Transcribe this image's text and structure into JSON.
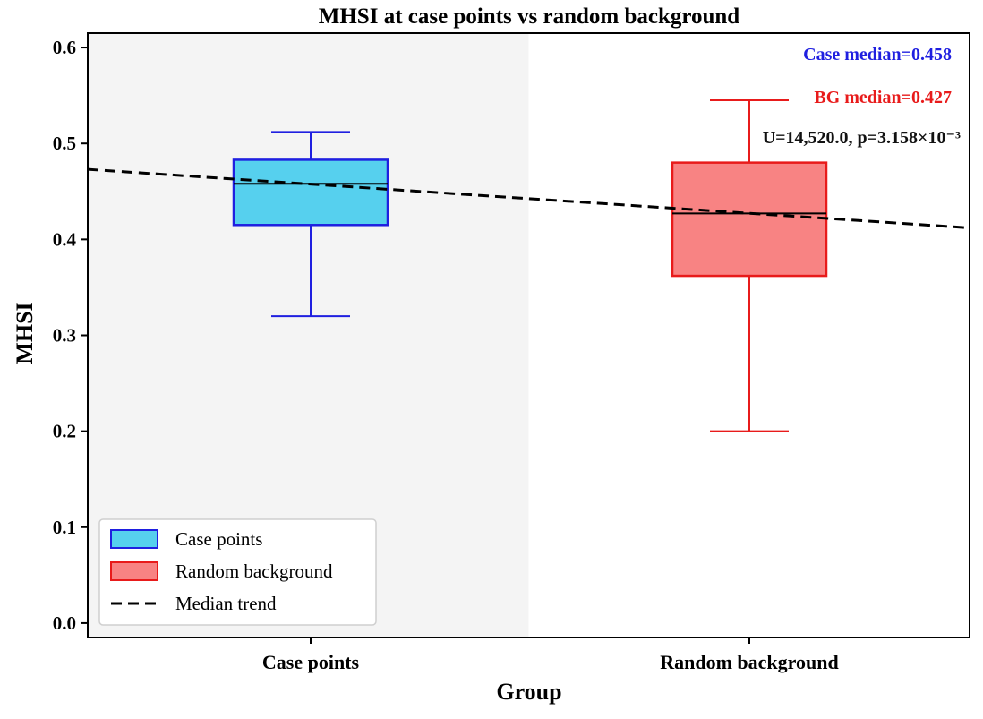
{
  "chart_data": {
    "type": "box",
    "title": "MHSI at case points vs random background",
    "xlabel": "Group",
    "ylabel": "MHSI",
    "ylim": [
      -0.015,
      0.615
    ],
    "yticks": [
      "0.0",
      "0.1",
      "0.2",
      "0.3",
      "0.4",
      "0.5",
      "0.6"
    ],
    "ytick_values": [
      0.0,
      0.1,
      0.2,
      0.3,
      0.4,
      0.5,
      0.6
    ],
    "categories": [
      "Case points",
      "Random background"
    ],
    "boxes": [
      {
        "name": "Case points",
        "whisker_low": 0.32,
        "q1": 0.415,
        "median": 0.458,
        "q3": 0.483,
        "whisker_high": 0.512,
        "fill": "#56d0ee",
        "edge": "#1f1fe0"
      },
      {
        "name": "Random background",
        "whisker_low": 0.2,
        "q1": 0.362,
        "median": 0.427,
        "q3": 0.48,
        "whisker_high": 0.545,
        "fill": "#f88383",
        "edge": "#e81b1b"
      }
    ],
    "trend": {
      "name": "Median trend",
      "y_at_left_edge": 0.473,
      "y_at_right_edge": 0.412,
      "color": "#000000"
    },
    "annotations": [
      {
        "text": "Case median=0.458",
        "color": "#1f1fe0"
      },
      {
        "text": "BG median=0.427",
        "color": "#e81b1b"
      },
      {
        "text": "U=14,520.0, p=3.158×10⁻³",
        "color": "#111111"
      }
    ],
    "legend": {
      "placement": "lower-left",
      "entries": [
        "Case points",
        "Random background",
        "Median trend"
      ]
    },
    "grid": false,
    "shaded_region": "left-half",
    "shade_color": "#f4f4f4"
  }
}
